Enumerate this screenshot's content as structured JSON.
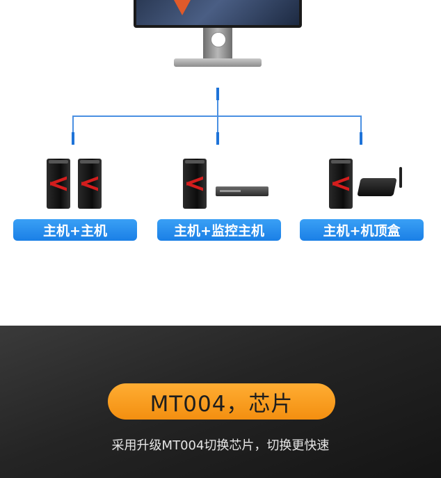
{
  "scenarios": [
    {
      "label": "主机+主机"
    },
    {
      "label": "主机+监控主机"
    },
    {
      "label": "主机+机顶盒"
    }
  ],
  "feature": {
    "badge": "MT004，芯片",
    "subtitle": "采用升级MT004切换芯片，切换更快速"
  },
  "colors": {
    "connector_blue": "#4a90e2",
    "label_blue": "#1a7fe6",
    "badge_orange": "#f7a028",
    "dark_bg": "#242424"
  }
}
